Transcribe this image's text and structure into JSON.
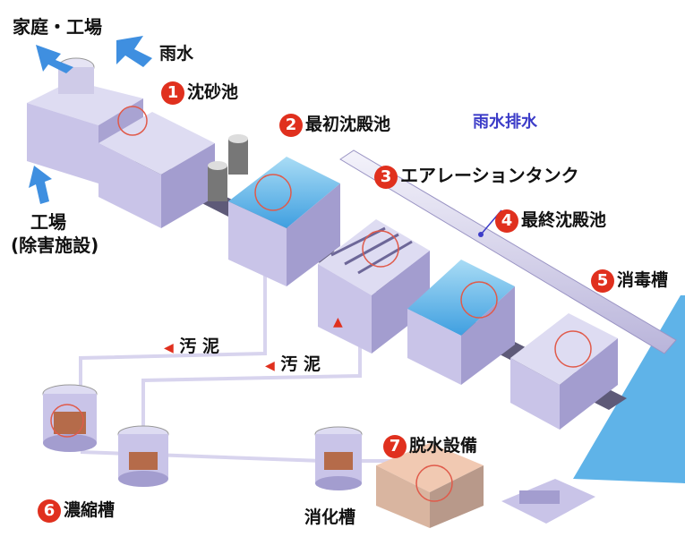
{
  "sources": {
    "home_factory": "家庭・工場",
    "rain": "雨水",
    "factory": "工場",
    "pretreatment": "(除害施設)"
  },
  "stages": [
    {
      "num": "1",
      "name": "沈砂池"
    },
    {
      "num": "2",
      "name": "最初沈殿池"
    },
    {
      "num": "3",
      "name": "エアレーションタンク"
    },
    {
      "num": "4",
      "name": "最終沈殿池"
    },
    {
      "num": "5",
      "name": "消毒槽"
    },
    {
      "num": "6",
      "name": "濃縮槽"
    },
    {
      "num": "7",
      "name": "脱水設備"
    }
  ],
  "digester": "消化槽",
  "stormwater": "雨水排水",
  "sludge": "汚 泥",
  "colors": {
    "tank": "#c9c4e8",
    "tank_dark": "#9f98cc",
    "water": "#6db7e8",
    "badge": "#e0301e",
    "arrow": "#3f8fe0",
    "storm": "#3c3cc8"
  }
}
